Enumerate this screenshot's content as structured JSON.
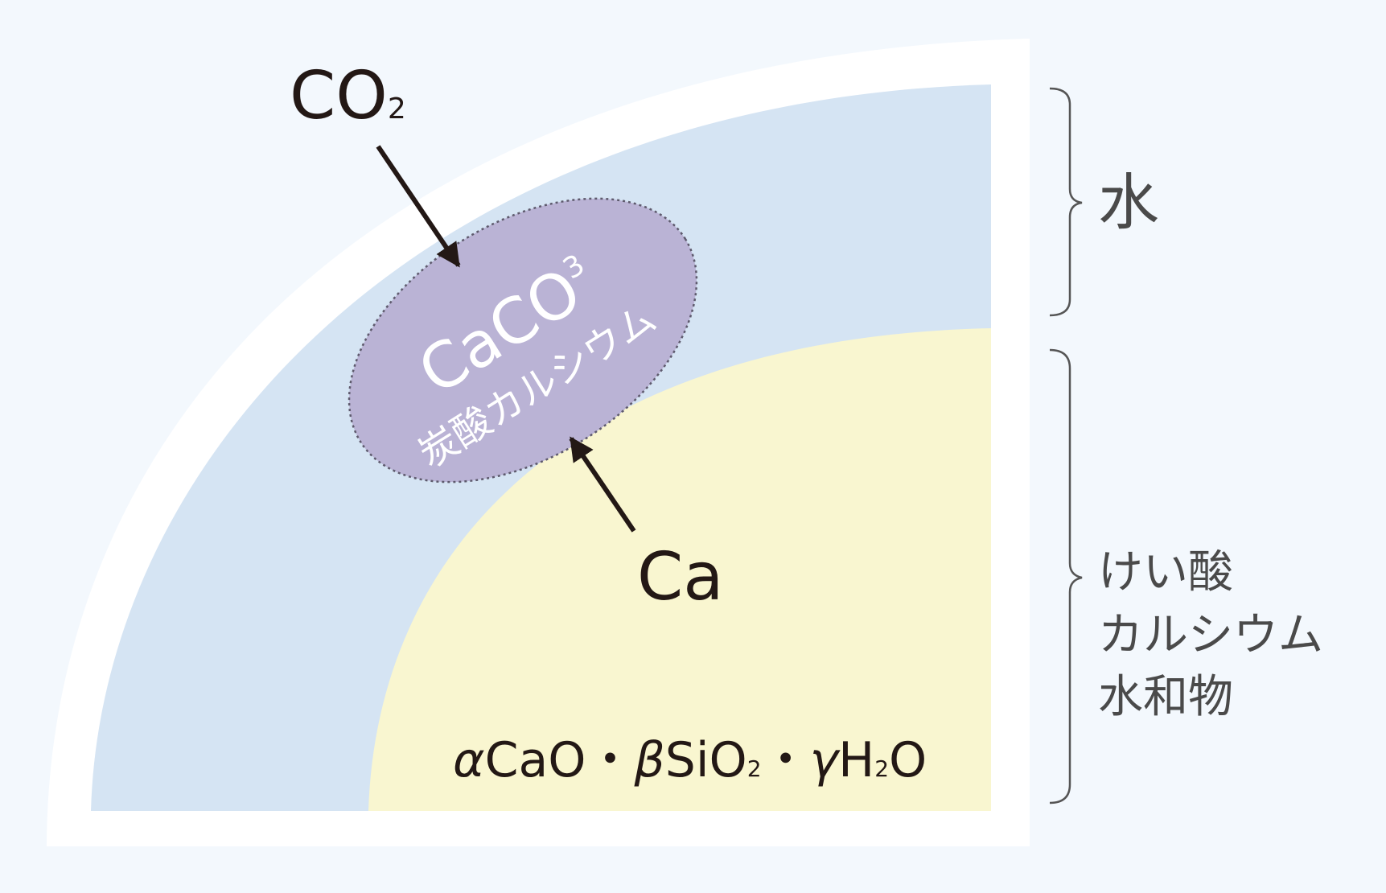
{
  "labels": {
    "co2": {
      "main": "CO",
      "sub": "2"
    },
    "caco3": {
      "main": "CaCO",
      "sub": "3",
      "jp": "炭酸カルシウム"
    },
    "ca": "Ca",
    "water": "水",
    "csh": {
      "line1": "けい酸",
      "line2": "カルシウム",
      "line3": "水和物"
    },
    "formula": {
      "alpha": "α",
      "cao": "CaO",
      "dot": "・",
      "beta": "β",
      "sio": "SiO",
      "sub2": "2",
      "gamma": "γ",
      "h": "H",
      "sub2b": "2",
      "o": "O"
    }
  },
  "colors": {
    "background": "#f3f8fd",
    "outer_ring": "#ffffff",
    "water_layer": "#d5e4f3",
    "csh_layer": "#f9f6d0",
    "caco3_fill": "#bab3d5",
    "caco3_border": "#5e5a6d",
    "arrow": "#231815",
    "bracket": "#555555",
    "label_text": "#4a4a4a"
  }
}
